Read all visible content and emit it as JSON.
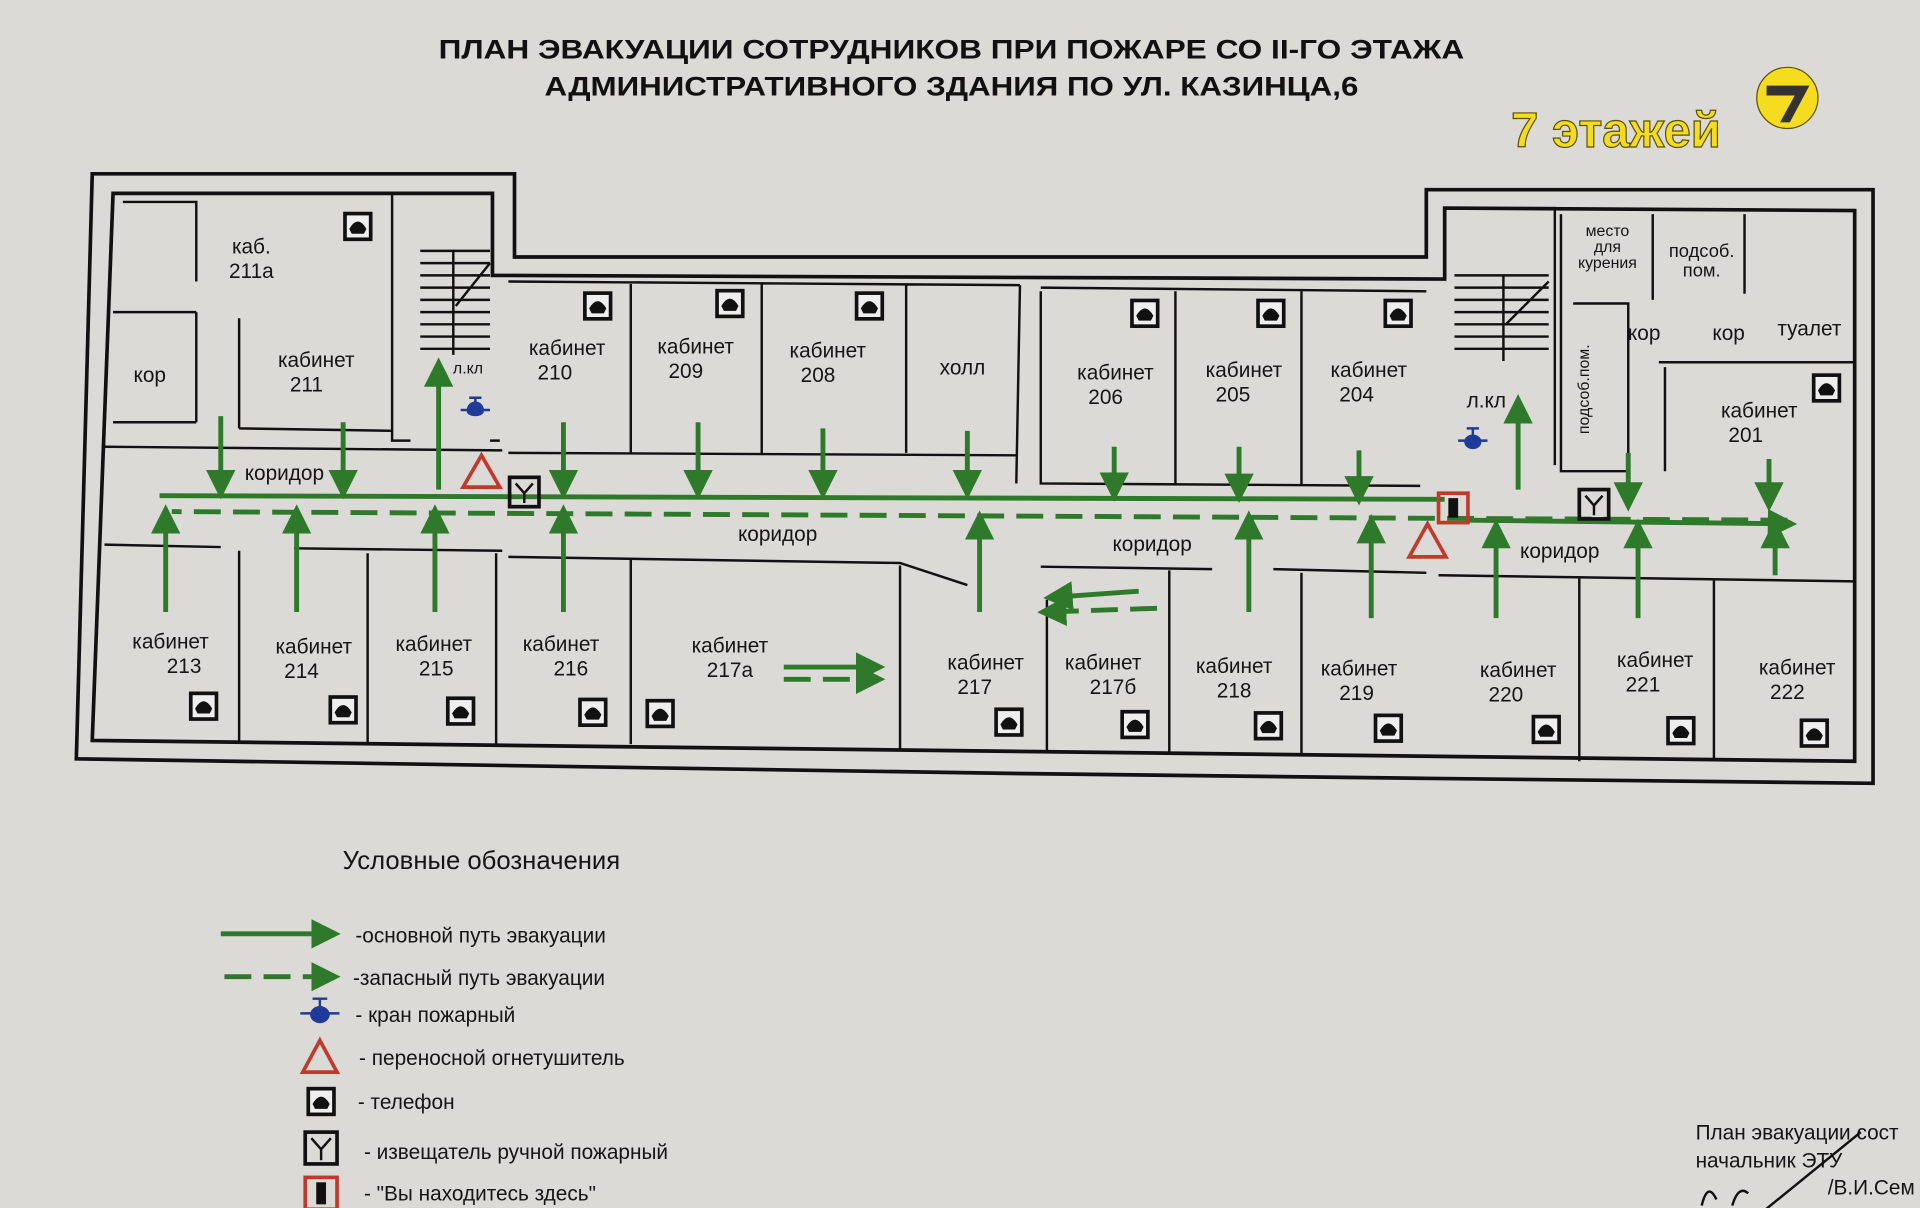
{
  "title": {
    "line1": "ПЛАН ЭВАКУАЦИИ СОТРУДНИКОВ  ПРИ ПОЖАРЕ СО II-ГО ЭТАЖА",
    "line2": "АДМИНИСТРАТИВНОГО ЗДАНИЯ ПО УЛ. КАЗИНЦА,6"
  },
  "badge": {
    "text": "7 этажей",
    "logo": "7",
    "color": "#f5dc1e"
  },
  "rooms": {
    "r211a": {
      "l1": "каб.",
      "l2": "211а"
    },
    "r211": {
      "l1": "кабинет",
      "l2": "211"
    },
    "kor_left": "кор",
    "lkl_left": "л.кл",
    "corridor_left": "коридор",
    "r210": {
      "l1": "кабинет",
      "l2": "210"
    },
    "r209": {
      "l1": "кабинет",
      "l2": "209"
    },
    "r208": {
      "l1": "кабинет",
      "l2": "208"
    },
    "hall": "холл",
    "r206": {
      "l1": "кабинет",
      "l2": "206"
    },
    "r205": {
      "l1": "кабинет",
      "l2": "205"
    },
    "r204": {
      "l1": "кабинет",
      "l2": "204"
    },
    "lkl_right": "л.кл",
    "smoking": {
      "l1": "место",
      "l2": "для",
      "l3": "курения"
    },
    "utility1": {
      "l1": "подсоб.",
      "l2": "пом."
    },
    "utility2": "подсоб.пом.",
    "kor_r1": "кор",
    "kor_r2": "кор",
    "toilet": "туалет",
    "r201": {
      "l1": "кабинет",
      "l2": "201"
    },
    "corridor_mid": "коридор",
    "corridor_mid2": "коридор",
    "corridor_right": "коридор",
    "r213": {
      "l1": "кабинет",
      "l2": "213"
    },
    "r214": {
      "l1": "кабинет",
      "l2": "214"
    },
    "r215": {
      "l1": "кабинет",
      "l2": "215"
    },
    "r216": {
      "l1": "кабинет",
      "l2": "216"
    },
    "r217a": {
      "l1": "кабинет",
      "l2": "217а"
    },
    "r217": {
      "l1": "кабинет",
      "l2": "217"
    },
    "r217b": {
      "l1": "кабинет",
      "l2": "217б"
    },
    "r218": {
      "l1": "кабинет",
      "l2": "218"
    },
    "r219": {
      "l1": "кабинет",
      "l2": "219"
    },
    "r220": {
      "l1": "кабинет",
      "l2": "220"
    },
    "r221": {
      "l1": "кабинет",
      "l2": "221"
    },
    "r222": {
      "l1": "кабинет",
      "l2": "222"
    }
  },
  "legend": {
    "title": "Условные обозначения",
    "items": [
      {
        "icon": "main-route-arrow",
        "label": "-основной путь эвакуации"
      },
      {
        "icon": "reserve-route-arrow",
        "label": "-запасный путь эвакуации"
      },
      {
        "icon": "fire-hydrant",
        "label": "- кран пожарный"
      },
      {
        "icon": "fire-extinguisher",
        "label": "- переносной огнетушитель"
      },
      {
        "icon": "telephone",
        "label": "- телефон"
      },
      {
        "icon": "manual-call-point",
        "label": "- извещатель ручной пожарный"
      },
      {
        "icon": "you-are-here",
        "label": "- \"Вы находитесь здесь\""
      }
    ]
  },
  "signature": {
    "line1": "План эвакуации сост",
    "line2": "начальник ЭТУ",
    "name": "/В.И.Сем"
  },
  "colors": {
    "route": "#2e7a2a",
    "hydrant": "#1f3a9a",
    "extinguisher": "#c0392b"
  }
}
